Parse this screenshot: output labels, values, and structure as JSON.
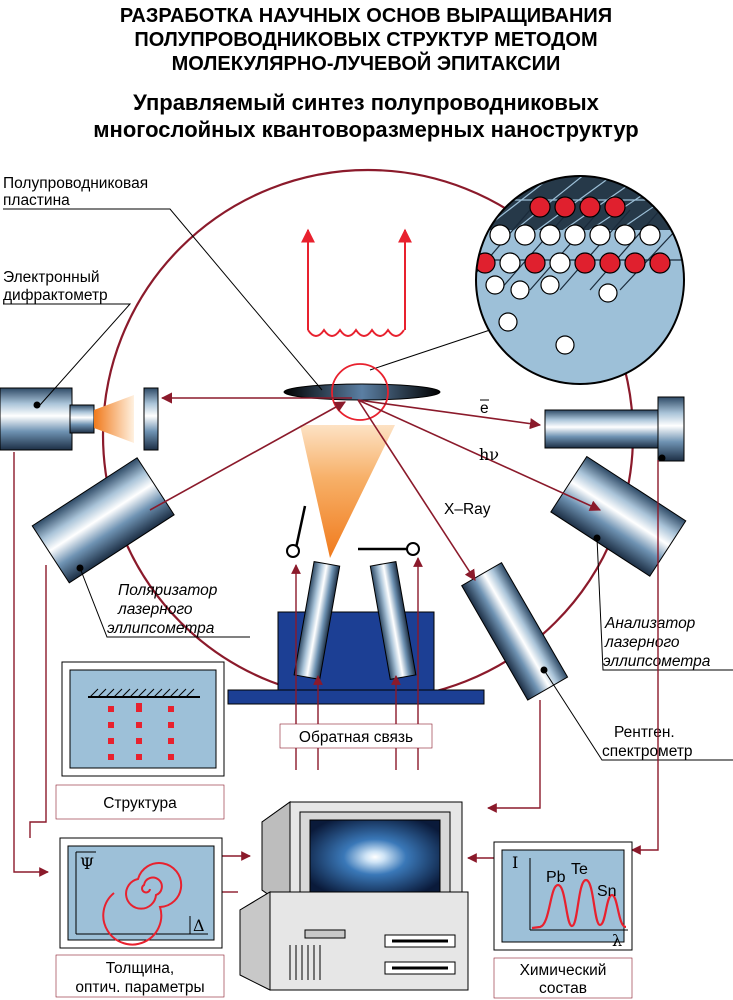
{
  "title": {
    "line1": "РАЗРАБОТКА НАУЧНЫХ ОСНОВ ВЫРАЩИВАНИЯ",
    "line2": "ПОЛУПРОВОДНИКОВЫХ СТРУКТУР МЕТОДОМ",
    "line3": "МОЛЕКУЛЯРНО-ЛУЧЕВОЙ ЭПИТАКСИИ"
  },
  "subtitle": {
    "line1": "Управляемый синтез полупроводниковых",
    "line2": "многослойных квантоворазмерных наноструктур"
  },
  "labels": {
    "wafer_1": "Полупроводниковая",
    "wafer_2": "пластина",
    "diffractometer_1": "Электронный",
    "diffractometer_2": "дифрактометр",
    "polarizer_1": "Поляризатор",
    "polarizer_2": "лазерного",
    "polarizer_3": "эллипсометра",
    "analyzer_1": "Анализатор",
    "analyzer_2": "лазерного",
    "analyzer_3": "эллипсометра",
    "xray_1": "Рентген.",
    "xray_2": "спектрометр",
    "electron": "e",
    "photon": "hν",
    "xray_beam": "X–Ray",
    "feedback": "Обратная связь"
  },
  "boxes": {
    "structure": "Структура",
    "thickness_1": "Толщина,",
    "thickness_2": "оптич. параметры",
    "chemical_1": "Химический",
    "chemical_2": "состав"
  },
  "ellipsometry_axes": {
    "psi": "Ψ",
    "delta": "Δ"
  },
  "spectrum": {
    "y_axis": "I",
    "x_axis": "λ",
    "peaks": [
      "Pb",
      "Te",
      "Sn"
    ]
  },
  "colors": {
    "steel_blue": "#7fa6c2",
    "dark_blue": "#1c3f94",
    "arrow_red": "#8b1a2b",
    "hot_red": "#e8212e",
    "panel_blue": "#9dc0d8"
  }
}
